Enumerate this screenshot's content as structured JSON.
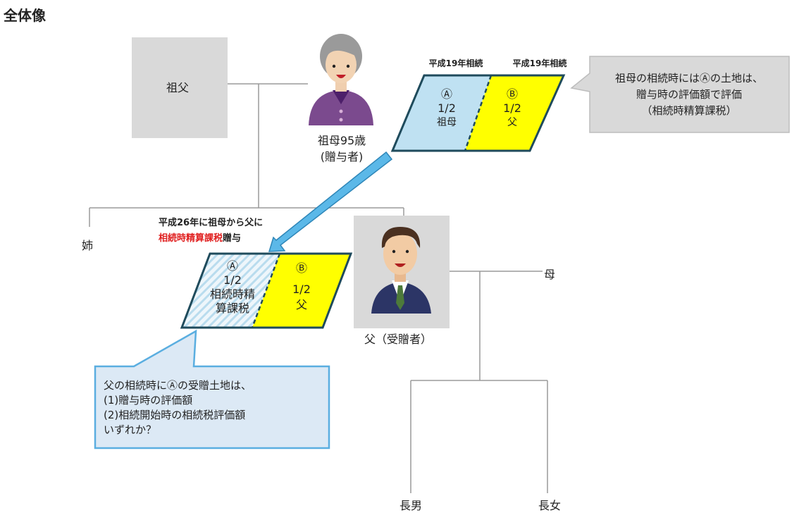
{
  "title": "全体像",
  "people": {
    "grandfather": "祖父",
    "grandmother_name": "祖母95歳",
    "grandmother_role": "(贈与者)",
    "sister": "姉",
    "father": "父（受贈者）",
    "mother": "母",
    "eldest_son": "長男",
    "eldest_daughter": "長女"
  },
  "top_land": {
    "label_left": "平成19年相続",
    "label_right": "平成19年相続",
    "a_mark": "Ⓐ",
    "a_share": "1/2",
    "a_owner": "祖母",
    "b_mark": "Ⓑ",
    "b_share": "1/2",
    "b_owner": "父",
    "colors": {
      "a_fill": "#bfe1f2",
      "b_fill": "#ffff00",
      "border": "#1f4b5c"
    }
  },
  "gray_callout": {
    "lines": [
      "祖母の相続時にはⒶの土地は、",
      "贈与時の評価額で評価",
      "（相続時精算課税）"
    ]
  },
  "gift_note": {
    "line1": "平成26年に祖母から父に",
    "line2_red": "相続時精算課税",
    "line2_rest": "贈与",
    "red_color": "#e02020"
  },
  "bottom_land": {
    "a_mark": "Ⓐ",
    "a_share": "1/2",
    "a_owner_1": "相続時精",
    "a_owner_2": "算課税",
    "b_mark": "Ⓑ",
    "b_share": "1/2",
    "b_owner": "父"
  },
  "blue_callout": {
    "lines": [
      "父の相続時にⒶの受贈土地は、",
      "(1)贈与時の評価額",
      "(2)相続開始時の相続税評価額",
      "いずれか？"
    ]
  }
}
